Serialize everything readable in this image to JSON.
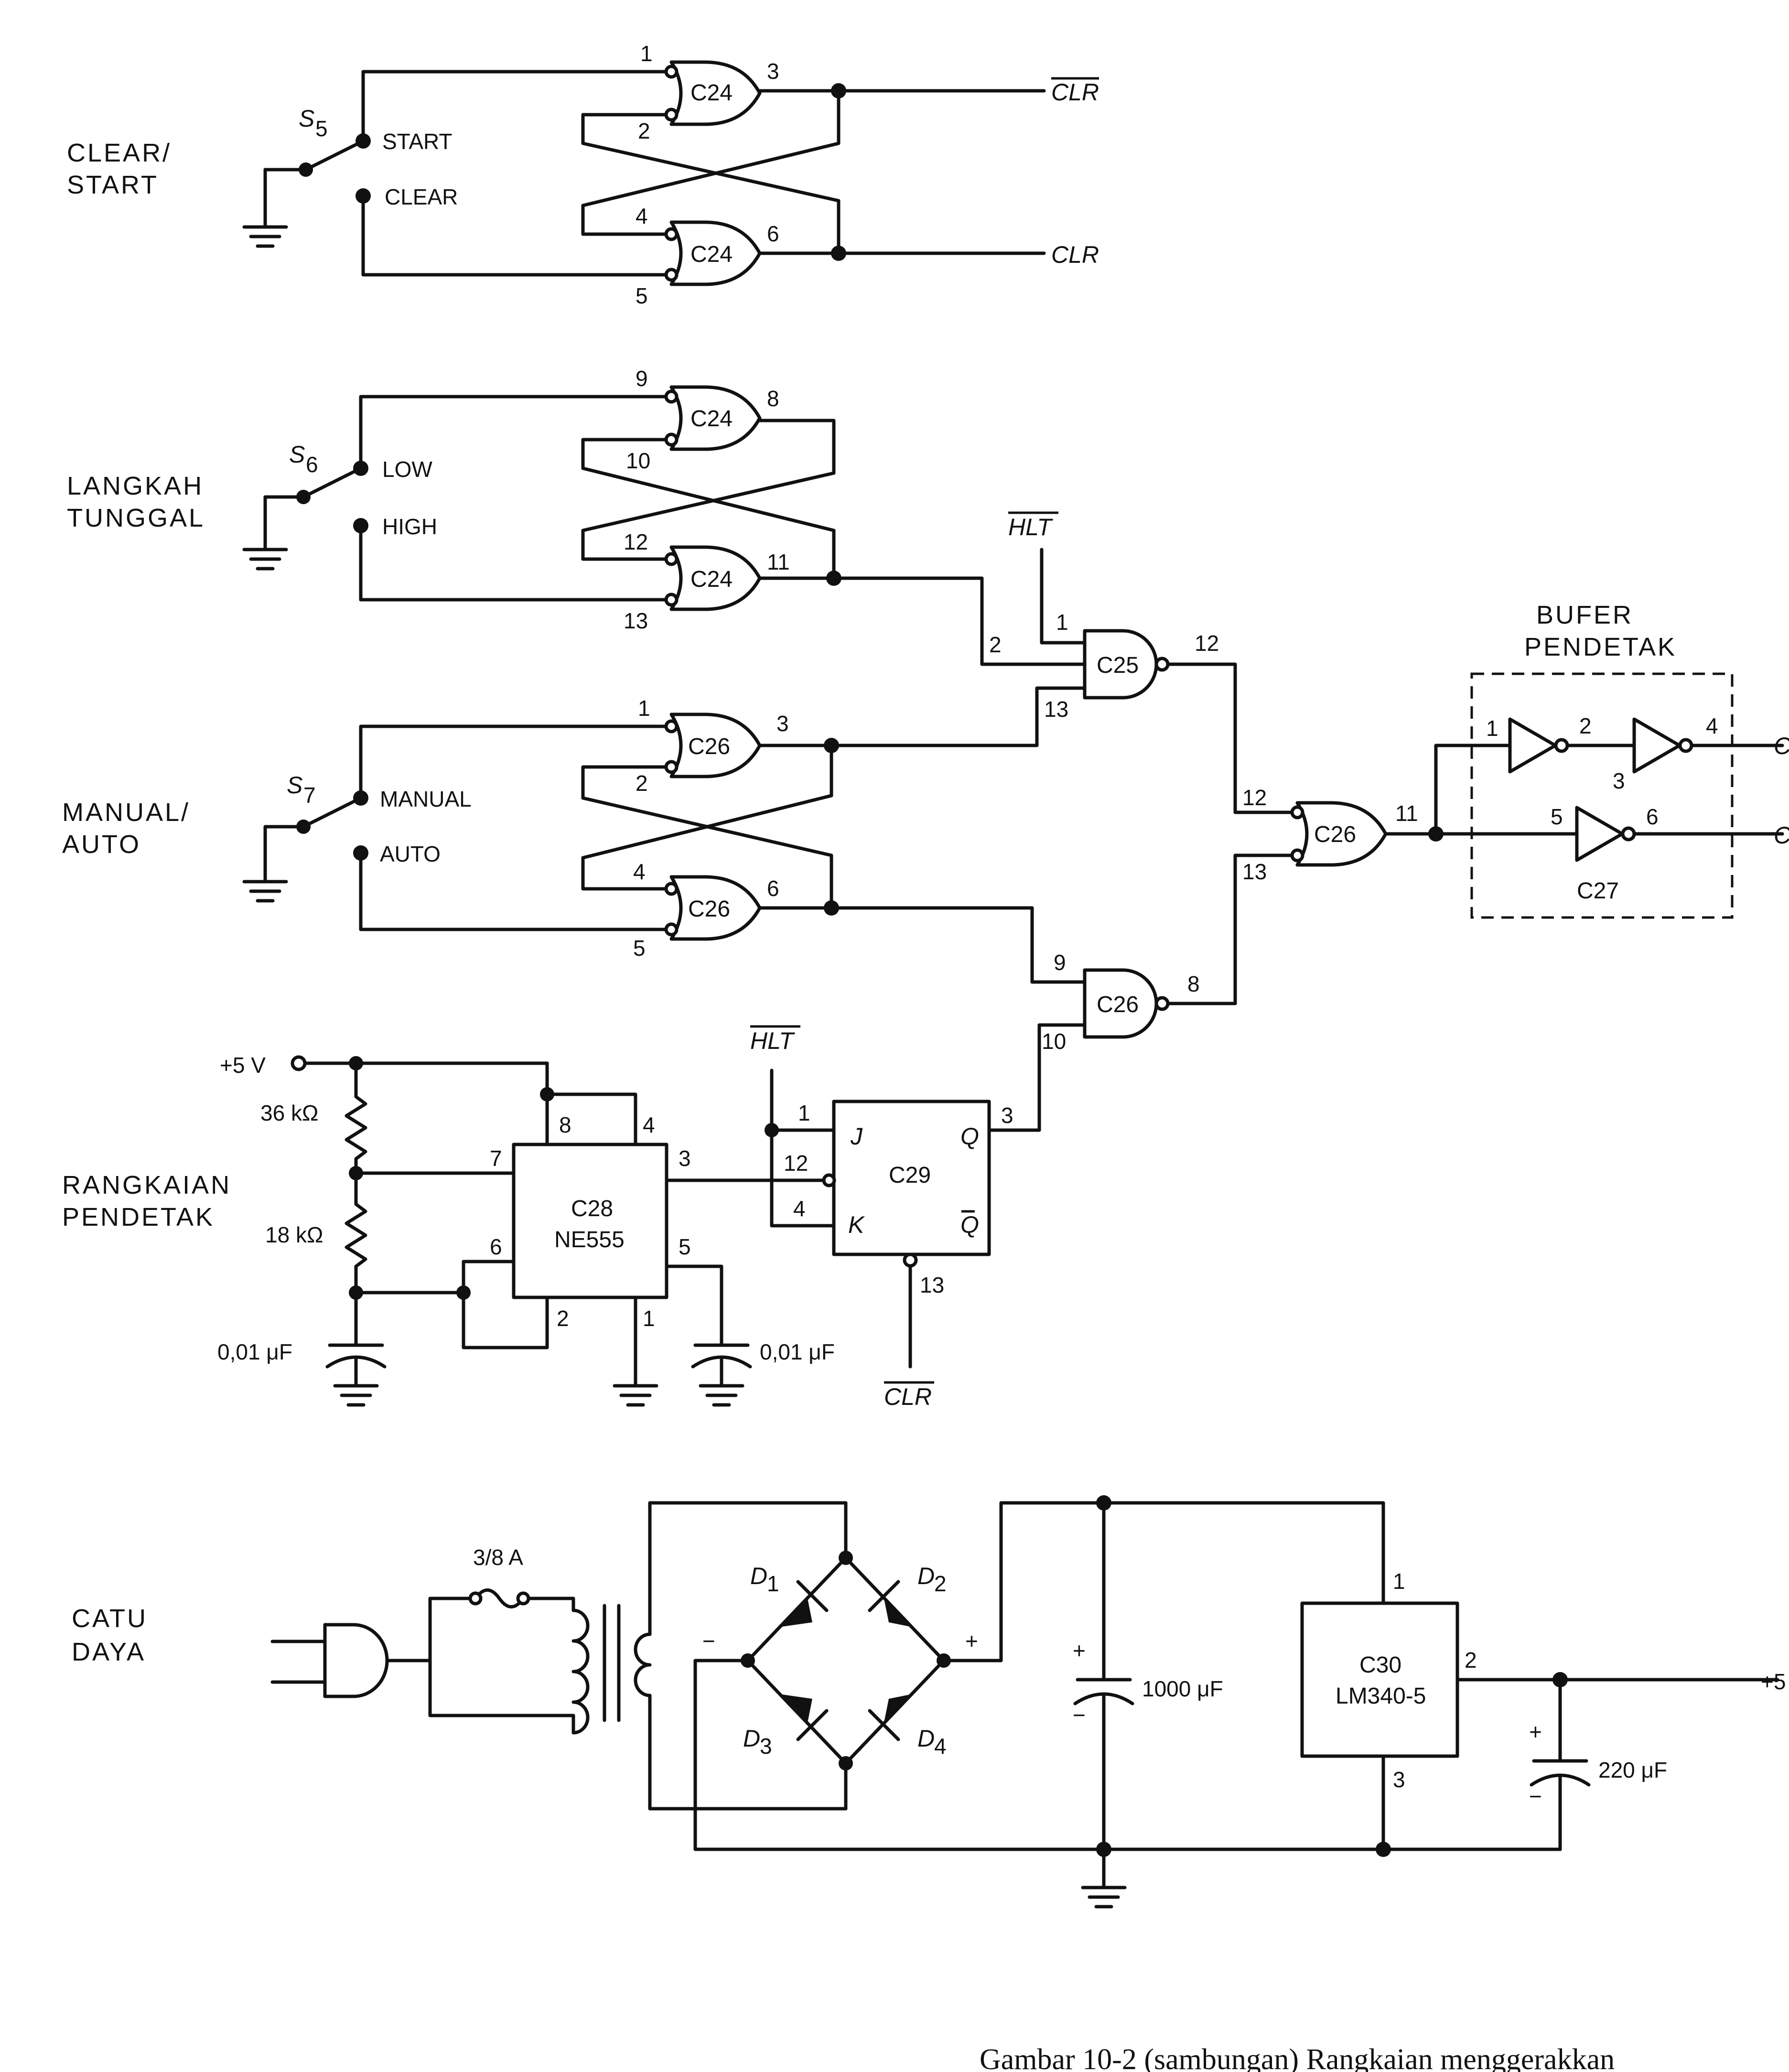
{
  "sections": {
    "clear_start": [
      "CLEAR/",
      "START"
    ],
    "single_step": [
      "LANGKAH",
      "TUNGGAL"
    ],
    "manual_auto": [
      "MANUAL/",
      "AUTO"
    ],
    "clock_circuit": [
      "RANGKAIAN",
      "PENDETAK"
    ],
    "power_supply": [
      "CATU",
      "DAYA"
    ]
  },
  "switches": {
    "s5": {
      "name": "S",
      "sub": "5",
      "up": "START",
      "down": "CLEAR"
    },
    "s6": {
      "name": "S",
      "sub": "6",
      "up": "LOW",
      "down": "HIGH"
    },
    "s7": {
      "name": "S",
      "sub": "7",
      "up": "MANUAL",
      "down": "AUTO"
    }
  },
  "signals": {
    "clr_bar": "CLR",
    "clr": "CLR",
    "hlt_bar": "HLT",
    "hlt_bar_2": "HLT",
    "clr_bar_2": "CLR",
    "plus5_in": "+5 V",
    "plus5_out": "+5",
    "clk_out_1": "C",
    "clk_out_2": "C"
  },
  "gates": {
    "g1": {
      "name": "C24",
      "in1": "1",
      "in2": "2",
      "out": "3"
    },
    "g2": {
      "name": "C24",
      "in1": "4",
      "in2": "5",
      "out": "6"
    },
    "g3": {
      "name": "C24",
      "in1": "9",
      "in2": "10",
      "out": "8"
    },
    "g4": {
      "name": "C24",
      "in1": "12",
      "in2": "13",
      "out": "11"
    },
    "g5": {
      "name": "C26",
      "in1": "1",
      "in2": "2",
      "out": "3"
    },
    "g6": {
      "name": "C26",
      "in1": "4",
      "in2": "5",
      "out": "6"
    },
    "nand1": {
      "name": "C25",
      "in_a": "1",
      "in_b": "2",
      "in_c": "13",
      "out": "12"
    },
    "nand2": {
      "name": "C26",
      "in1": "9",
      "in2": "10",
      "out": "8"
    },
    "or_final": {
      "name": "C26",
      "in1": "12",
      "in2": "13",
      "out": "11"
    }
  },
  "buffer": {
    "title": [
      "BUFER",
      "PENDETAK"
    ],
    "name": "C27",
    "inv1": {
      "in": "1",
      "out": "2"
    },
    "inv2": {
      "in": "3",
      "out": "4"
    },
    "inv3": {
      "in": "5",
      "out": "6"
    }
  },
  "timer": {
    "name": "C28",
    "part": "NE555",
    "pins": {
      "p8": "8",
      "p4": "4",
      "p7": "7",
      "p3": "3",
      "p6": "6",
      "p5": "5",
      "p2": "2",
      "p1": "1"
    },
    "r1": "36 kΩ",
    "r2": "18 kΩ",
    "c1": "0,01 μF",
    "c2": "0,01 μF"
  },
  "flipflop": {
    "name": "C29",
    "j": "J",
    "k": "K",
    "q": "Q",
    "qbar": "Q",
    "pins": {
      "p1": "1",
      "p12": "12",
      "p4": "4",
      "p3": "3",
      "p13": "13"
    }
  },
  "supply": {
    "fuse": "3/8 A",
    "diodes": [
      {
        "n": "D",
        "s": "1"
      },
      {
        "n": "D",
        "s": "2"
      },
      {
        "n": "D",
        "s": "3"
      },
      {
        "n": "D",
        "s": "4"
      }
    ],
    "minus": "−",
    "plus": "+",
    "cap_big": "1000 μF",
    "cap_small": "220 μF",
    "cap_plus_1": "+",
    "cap_minus_1": "−",
    "cap_plus_2": "+",
    "cap_minus_2": "−",
    "regulator": {
      "name": "C30",
      "part": "LM340-5",
      "p1": "1",
      "p2": "2",
      "p3": "3"
    }
  },
  "footer_text": "Gambar 10-2 (sambungan) Rangkaian menggerakkan"
}
